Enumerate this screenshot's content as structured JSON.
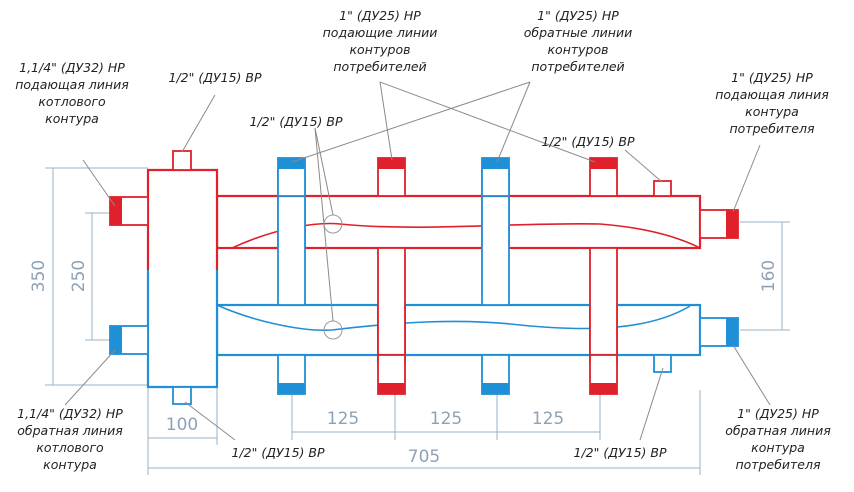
{
  "colors": {
    "supply": "#e0202a",
    "return": "#1f8fd6",
    "dimension": "#8ea2b6",
    "leader": "#8a8a8a",
    "text": "#222222"
  },
  "labels": {
    "top_supply": [
      "1\" (ДУ25) НР",
      "подающие линии",
      "контуров",
      "потребителей"
    ],
    "top_return": [
      "1\" (ДУ25) НР",
      "обратные линии",
      "контуров",
      "потребителей"
    ],
    "boiler_supply": [
      "1,1/4\" (ДУ32) НР",
      "подающая линия",
      "котлового",
      "контура"
    ],
    "boiler_return": [
      "1,1/4\" (ДУ32) НР",
      "обратная линия",
      "котлового",
      "контура"
    ],
    "consumer_supply": [
      "1\" (ДУ25) НР",
      "подающая линия",
      "контура",
      "потребителя"
    ],
    "consumer_return": [
      "1\" (ДУ25) НР",
      "обратная линия",
      "контура",
      "потребителя"
    ],
    "port_half_top_left": "1/2\" (ДУ15) ВР",
    "port_half_mid": "1/2\" (ДУ15) ВР",
    "port_half_top_right": "1/2\" (ДУ15) ВР",
    "port_half_bottom_left": "1/2\" (ДУ15) ВР",
    "port_half_bottom_right": "1/2\" (ДУ15) ВР"
  },
  "dimensions": {
    "height_total": "350",
    "height_inner": "250",
    "pipe_spacing": "160",
    "separator_width": "100",
    "outlet_step_1": "125",
    "outlet_step_2": "125",
    "outlet_step_3": "125",
    "total_length": "705"
  }
}
